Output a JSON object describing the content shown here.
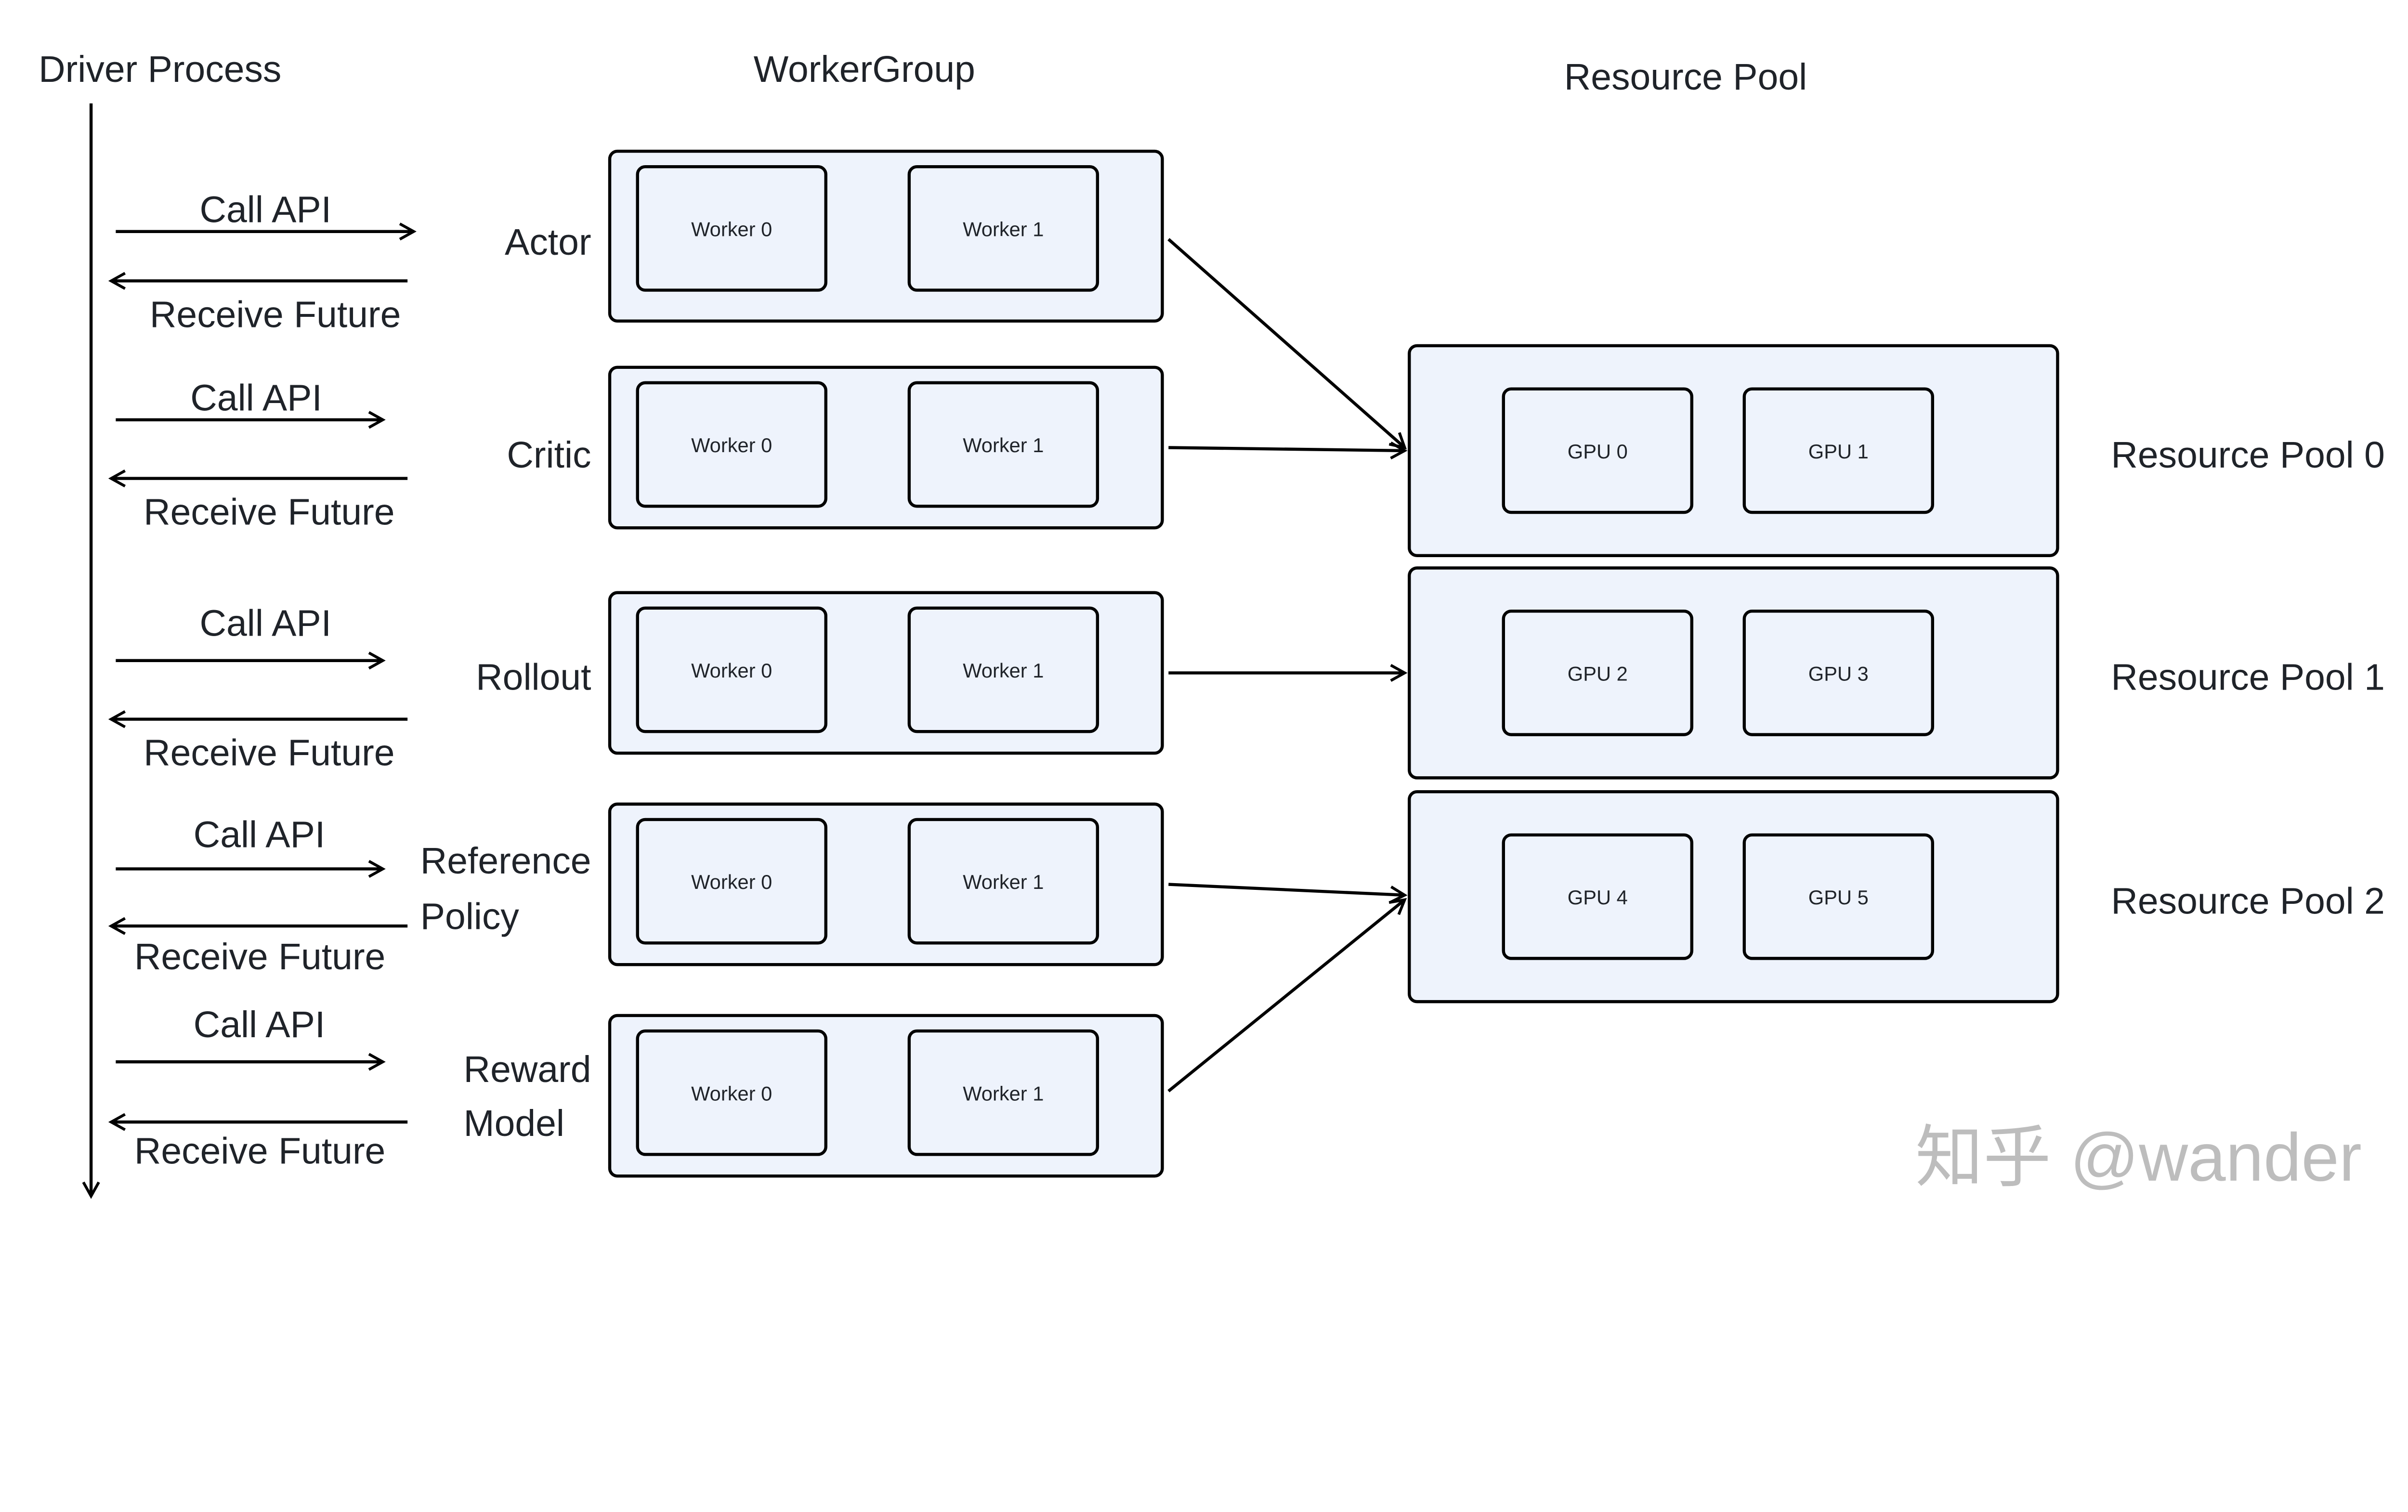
{
  "headers": {
    "driver": "Driver Process",
    "worker_group": "WorkerGroup",
    "resource_pool": "Resource Pool"
  },
  "colors": {
    "box_fill": "#eef3fc",
    "stroke": "#000000",
    "watermark": "#bdbdbd"
  },
  "calls": {
    "call": "Call API",
    "receive": "Receive Future"
  },
  "groups": [
    {
      "role": [
        "Actor"
      ],
      "workers": [
        "Worker 0",
        "Worker 1"
      ],
      "pool": 0
    },
    {
      "role": [
        "Critic"
      ],
      "workers": [
        "Worker 0",
        "Worker 1"
      ],
      "pool": 0
    },
    {
      "role": [
        "Rollout"
      ],
      "workers": [
        "Worker 0",
        "Worker 1"
      ],
      "pool": 1
    },
    {
      "role": [
        "Reference",
        "Policy"
      ],
      "workers": [
        "Worker 0",
        "Worker 1"
      ],
      "pool": 2
    },
    {
      "role": [
        "Reward",
        "Model"
      ],
      "workers": [
        "Worker 0",
        "Worker 1"
      ],
      "pool": 2
    }
  ],
  "pools": [
    {
      "label": "Resource Pool 0",
      "gpus": [
        "GPU 0",
        "GPU 1"
      ]
    },
    {
      "label": "Resource Pool 1",
      "gpus": [
        "GPU 2",
        "GPU 3"
      ]
    },
    {
      "label": "Resource Pool 2",
      "gpus": [
        "GPU 4",
        "GPU 5"
      ]
    }
  ],
  "watermark": "知乎 @wander"
}
